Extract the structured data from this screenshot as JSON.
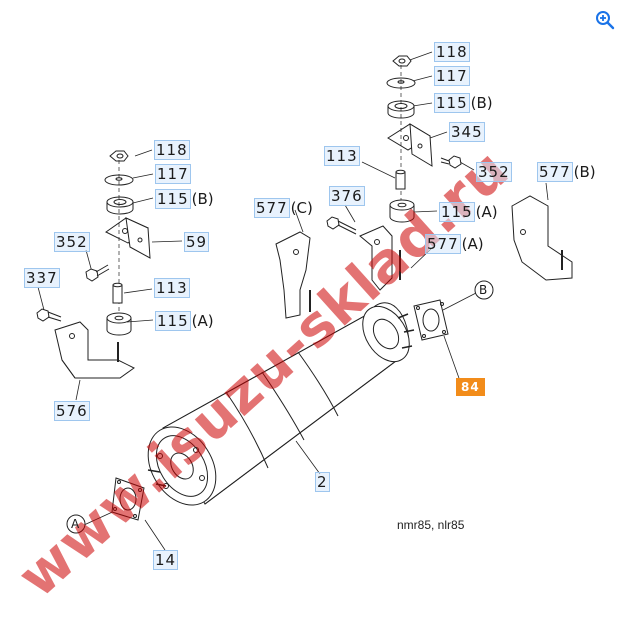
{
  "zoom_icon": "zoom-in-icon",
  "watermark": "www.isuzu-sklad.ru",
  "model_text": "nmr85, nlr85",
  "accent_color": "#f28c1a",
  "highlight_color": "#d6e8fc",
  "callouts": {
    "c118a": {
      "num": "118",
      "suffix": ""
    },
    "c117a": {
      "num": "117",
      "suffix": ""
    },
    "c115ba": {
      "num": "115",
      "suffix": "(B)"
    },
    "c345": {
      "num": "345",
      "suffix": ""
    },
    "c113a": {
      "num": "113",
      "suffix": ""
    },
    "c352a": {
      "num": "352",
      "suffix": ""
    },
    "c376": {
      "num": "376",
      "suffix": ""
    },
    "c115aa": {
      "num": "115",
      "suffix": "(A)"
    },
    "c577c": {
      "num": "577",
      "suffix": "(C)"
    },
    "c577a": {
      "num": "577",
      "suffix": "(A)"
    },
    "c577b": {
      "num": "577",
      "suffix": "(B)"
    },
    "c118b": {
      "num": "118",
      "suffix": ""
    },
    "c117b": {
      "num": "117",
      "suffix": ""
    },
    "c115bb": {
      "num": "115",
      "suffix": "(B)"
    },
    "c352b": {
      "num": "352",
      "suffix": ""
    },
    "c59": {
      "num": "59",
      "suffix": ""
    },
    "c337": {
      "num": "337",
      "suffix": ""
    },
    "c113b": {
      "num": "113",
      "suffix": ""
    },
    "c115ab": {
      "num": "115",
      "suffix": "(A)"
    },
    "c576": {
      "num": "576",
      "suffix": ""
    },
    "c84": {
      "num": "84",
      "suffix": ""
    },
    "c2": {
      "num": "2",
      "suffix": ""
    },
    "c14": {
      "num": "14",
      "suffix": ""
    }
  },
  "markers": {
    "a": "A",
    "b": "B"
  }
}
